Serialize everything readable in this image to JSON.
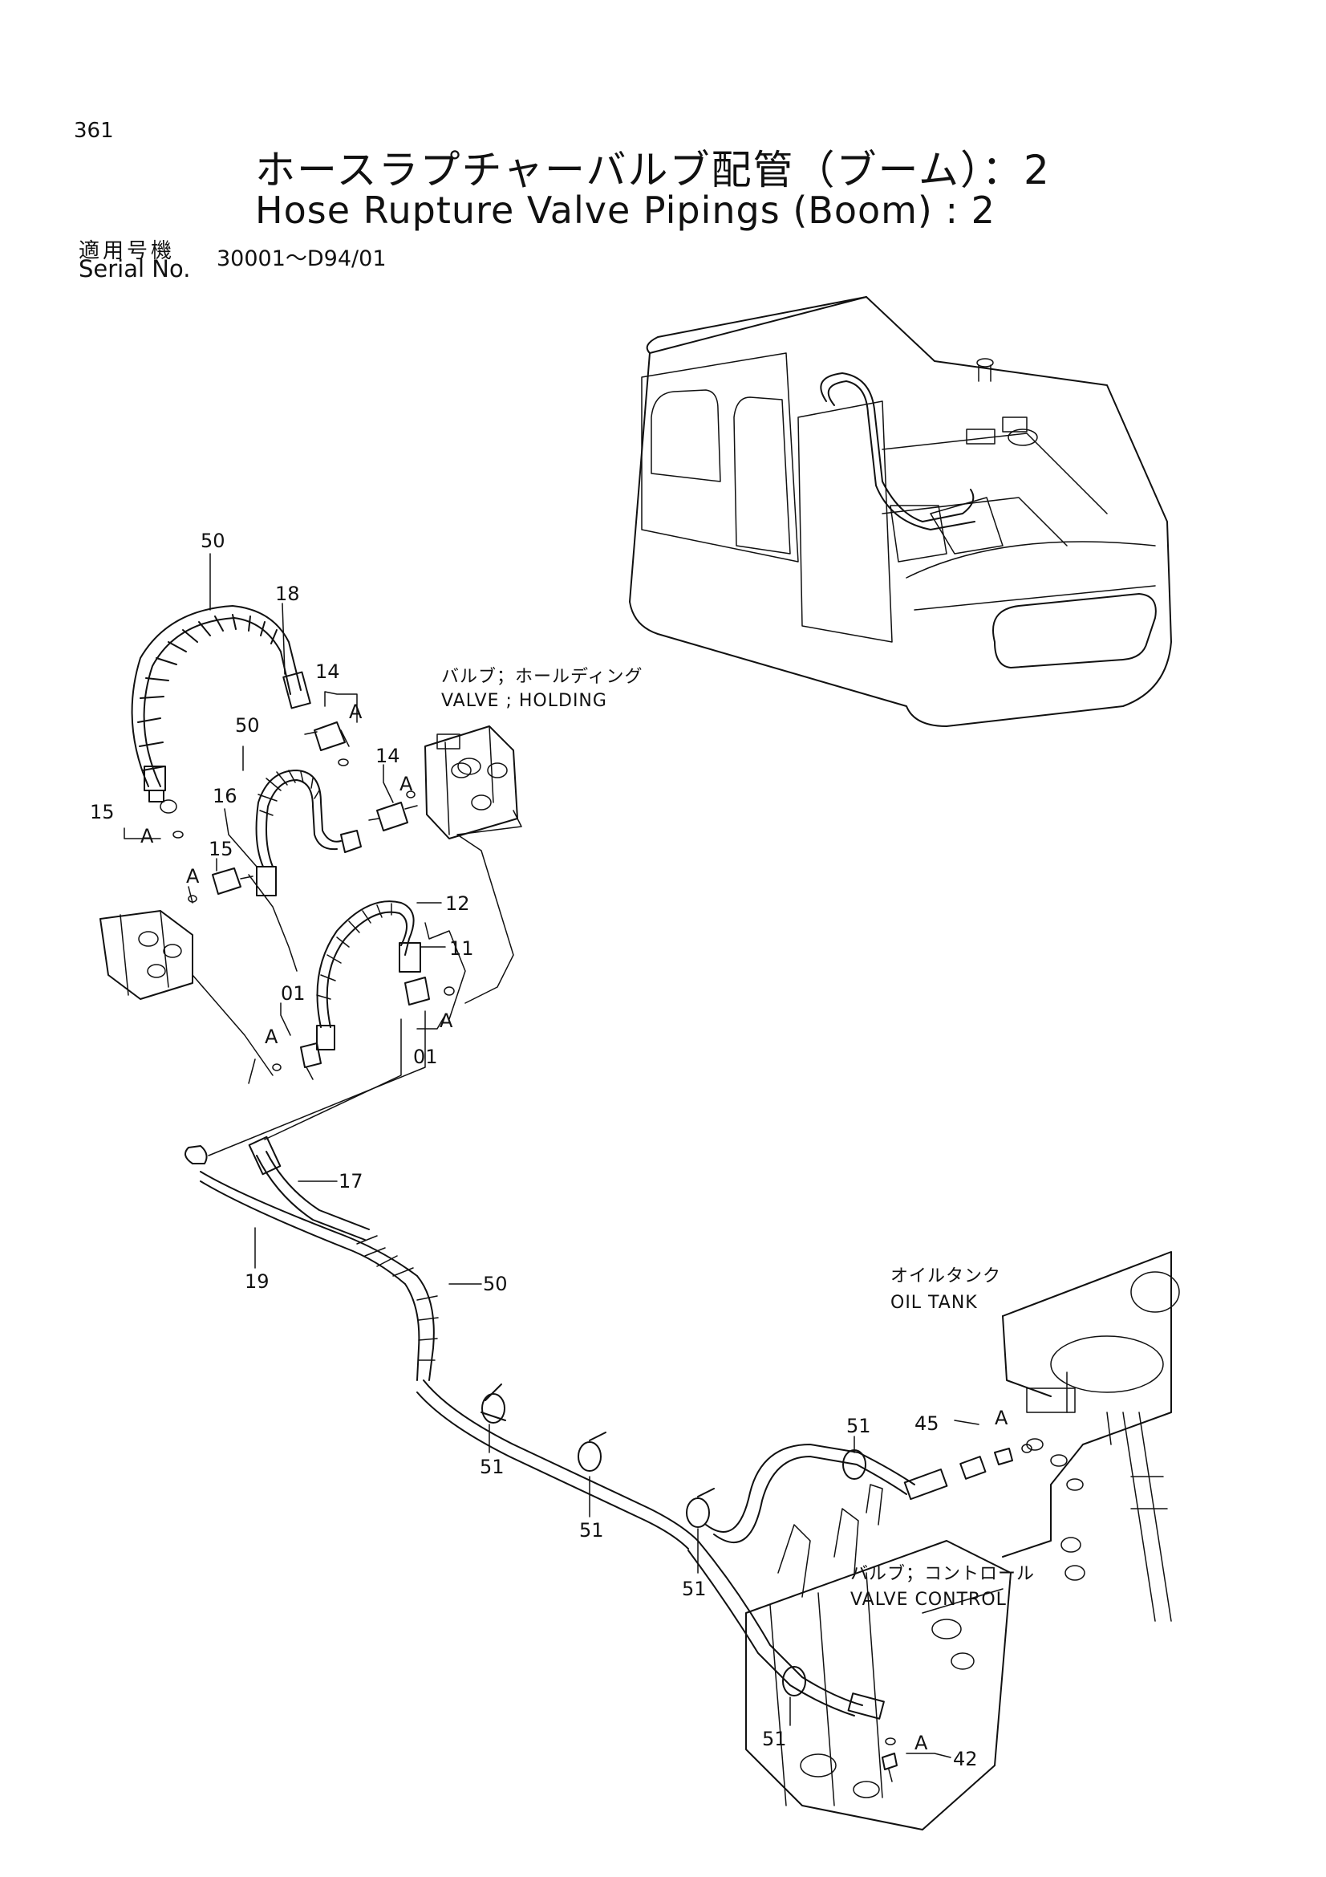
{
  "page_number": "361",
  "title_jp": "ホースラプチャーバルブ配管（ブーム）：2",
  "title_en": "Hose Rupture Valve Pipings (Boom) : 2",
  "serial": {
    "label_jp": "適用号機",
    "label_en": "Serial No.",
    "value": "30001～D94/01"
  },
  "labels": {
    "valve_holding_jp": "バルブ；ホールディング",
    "valve_holding_en": "VALVE ; HOLDING",
    "oil_tank_jp": "オイルタンク",
    "oil_tank_en": "OIL TANK",
    "valve_control_jp": "バルブ；コントロール",
    "valve_control_en": "VALVE CONTROL"
  },
  "callouts": {
    "c50a": "50",
    "c18": "18",
    "c14a": "14",
    "c14b": "14",
    "c50b": "50",
    "c15a": "15",
    "c16": "16",
    "c15b": "15",
    "c12": "12",
    "c11": "11",
    "c01a": "01",
    "c01b": "01",
    "c17": "17",
    "c19": "19",
    "c50c": "50",
    "c51a": "51",
    "c51b": "51",
    "c51c": "51",
    "c51d": "51",
    "c51e": "51",
    "c45": "45",
    "c42": "42",
    "a1": "A",
    "a2": "A",
    "a3": "A",
    "a4": "A",
    "a5": "A",
    "a6": "A",
    "a7": "A",
    "a8": "A"
  }
}
